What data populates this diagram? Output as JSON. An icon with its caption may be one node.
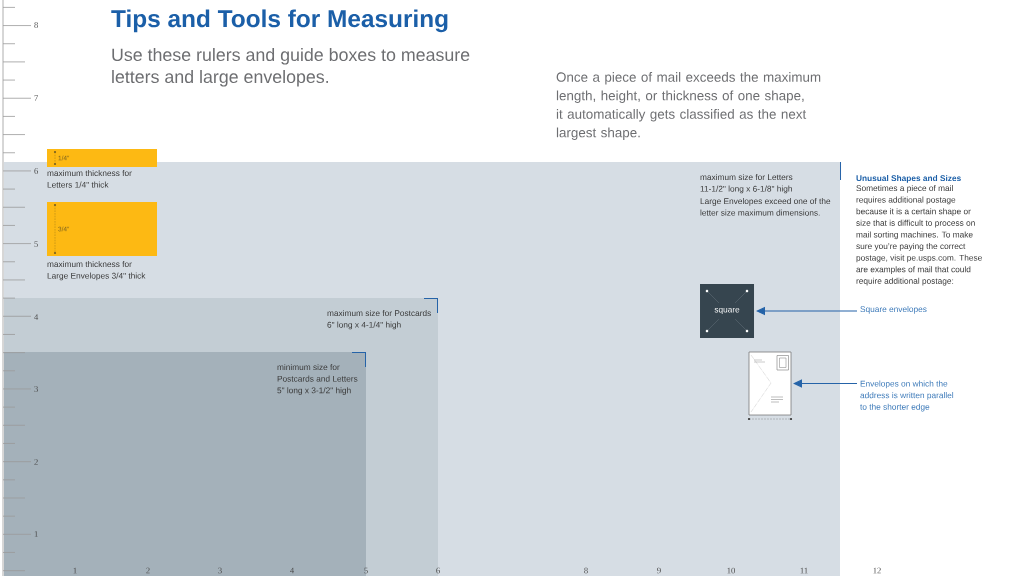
{
  "diagram": {
    "title": "Tips and Tools for Measuring",
    "nodes": [
      {
        "text": [
          "1/4\""
        ],
        "beside": [
          "maximum thickness for Letters 1/4\" thick"
        ]
      },
      {
        "text": [
          "maximum size for Letters 11-1/2\" long x 6-1/8\" high",
          "Large Envelopes exceed one of the letter size maximum dimensions."
        ]
      },
      {
        "text": [
          "3/4\""
        ],
        "beside": [
          "maximum thickness for Large Envelopes 3/4\" thick"
        ],
        "in": 1
      },
      {
        "text": [
          "maximum size for Postcards 6\" long x 4-1/4\" high"
        ],
        "in": 1
      },
      {
        "text": [
          "minimum size for Postcards and Letters 5\" long x 3-1/2\" high"
        ],
        "in": 3
      },
      {
        "text": [
          "square"
        ],
        "in": 1
      },
      {
        "text": [],
        "shape": "picture",
        "in": 1
      },
      {
        "text": [
          "Square envelopes"
        ]
      },
      {
        "text": [
          "Envelopes on which the address is written parallel to the shorter edge"
        ]
      }
    ],
    "edges": [
      {
        "from": 7,
        "to": 5,
        "arrow": "to"
      },
      {
        "from": 8,
        "to": 6,
        "arrow": "to"
      }
    ],
    "labels": [
      "Use these rulers and guide boxes to measure letters and large envelopes.",
      "Once a piece of mail exceeds the maximum length, height, or thickness of one shape, it automatically gets classified as the next largest shape.",
      "Unusual Shapes and Sizes",
      "Sometimes a piece of mail requires additional postage because it is a certain shape or size that is difficult to process on mail sorting machines. To make sure you’re paying the correct postage, visit pe.usps.com. These are examples of mail that could require additional postage:",
      "8",
      "7",
      "6",
      "5",
      "4",
      "3",
      "2",
      "1",
      "1",
      "2",
      "3",
      "4",
      "5",
      "6",
      "8",
      "9",
      "10",
      "11",
      "12"
    ]
  }
}
